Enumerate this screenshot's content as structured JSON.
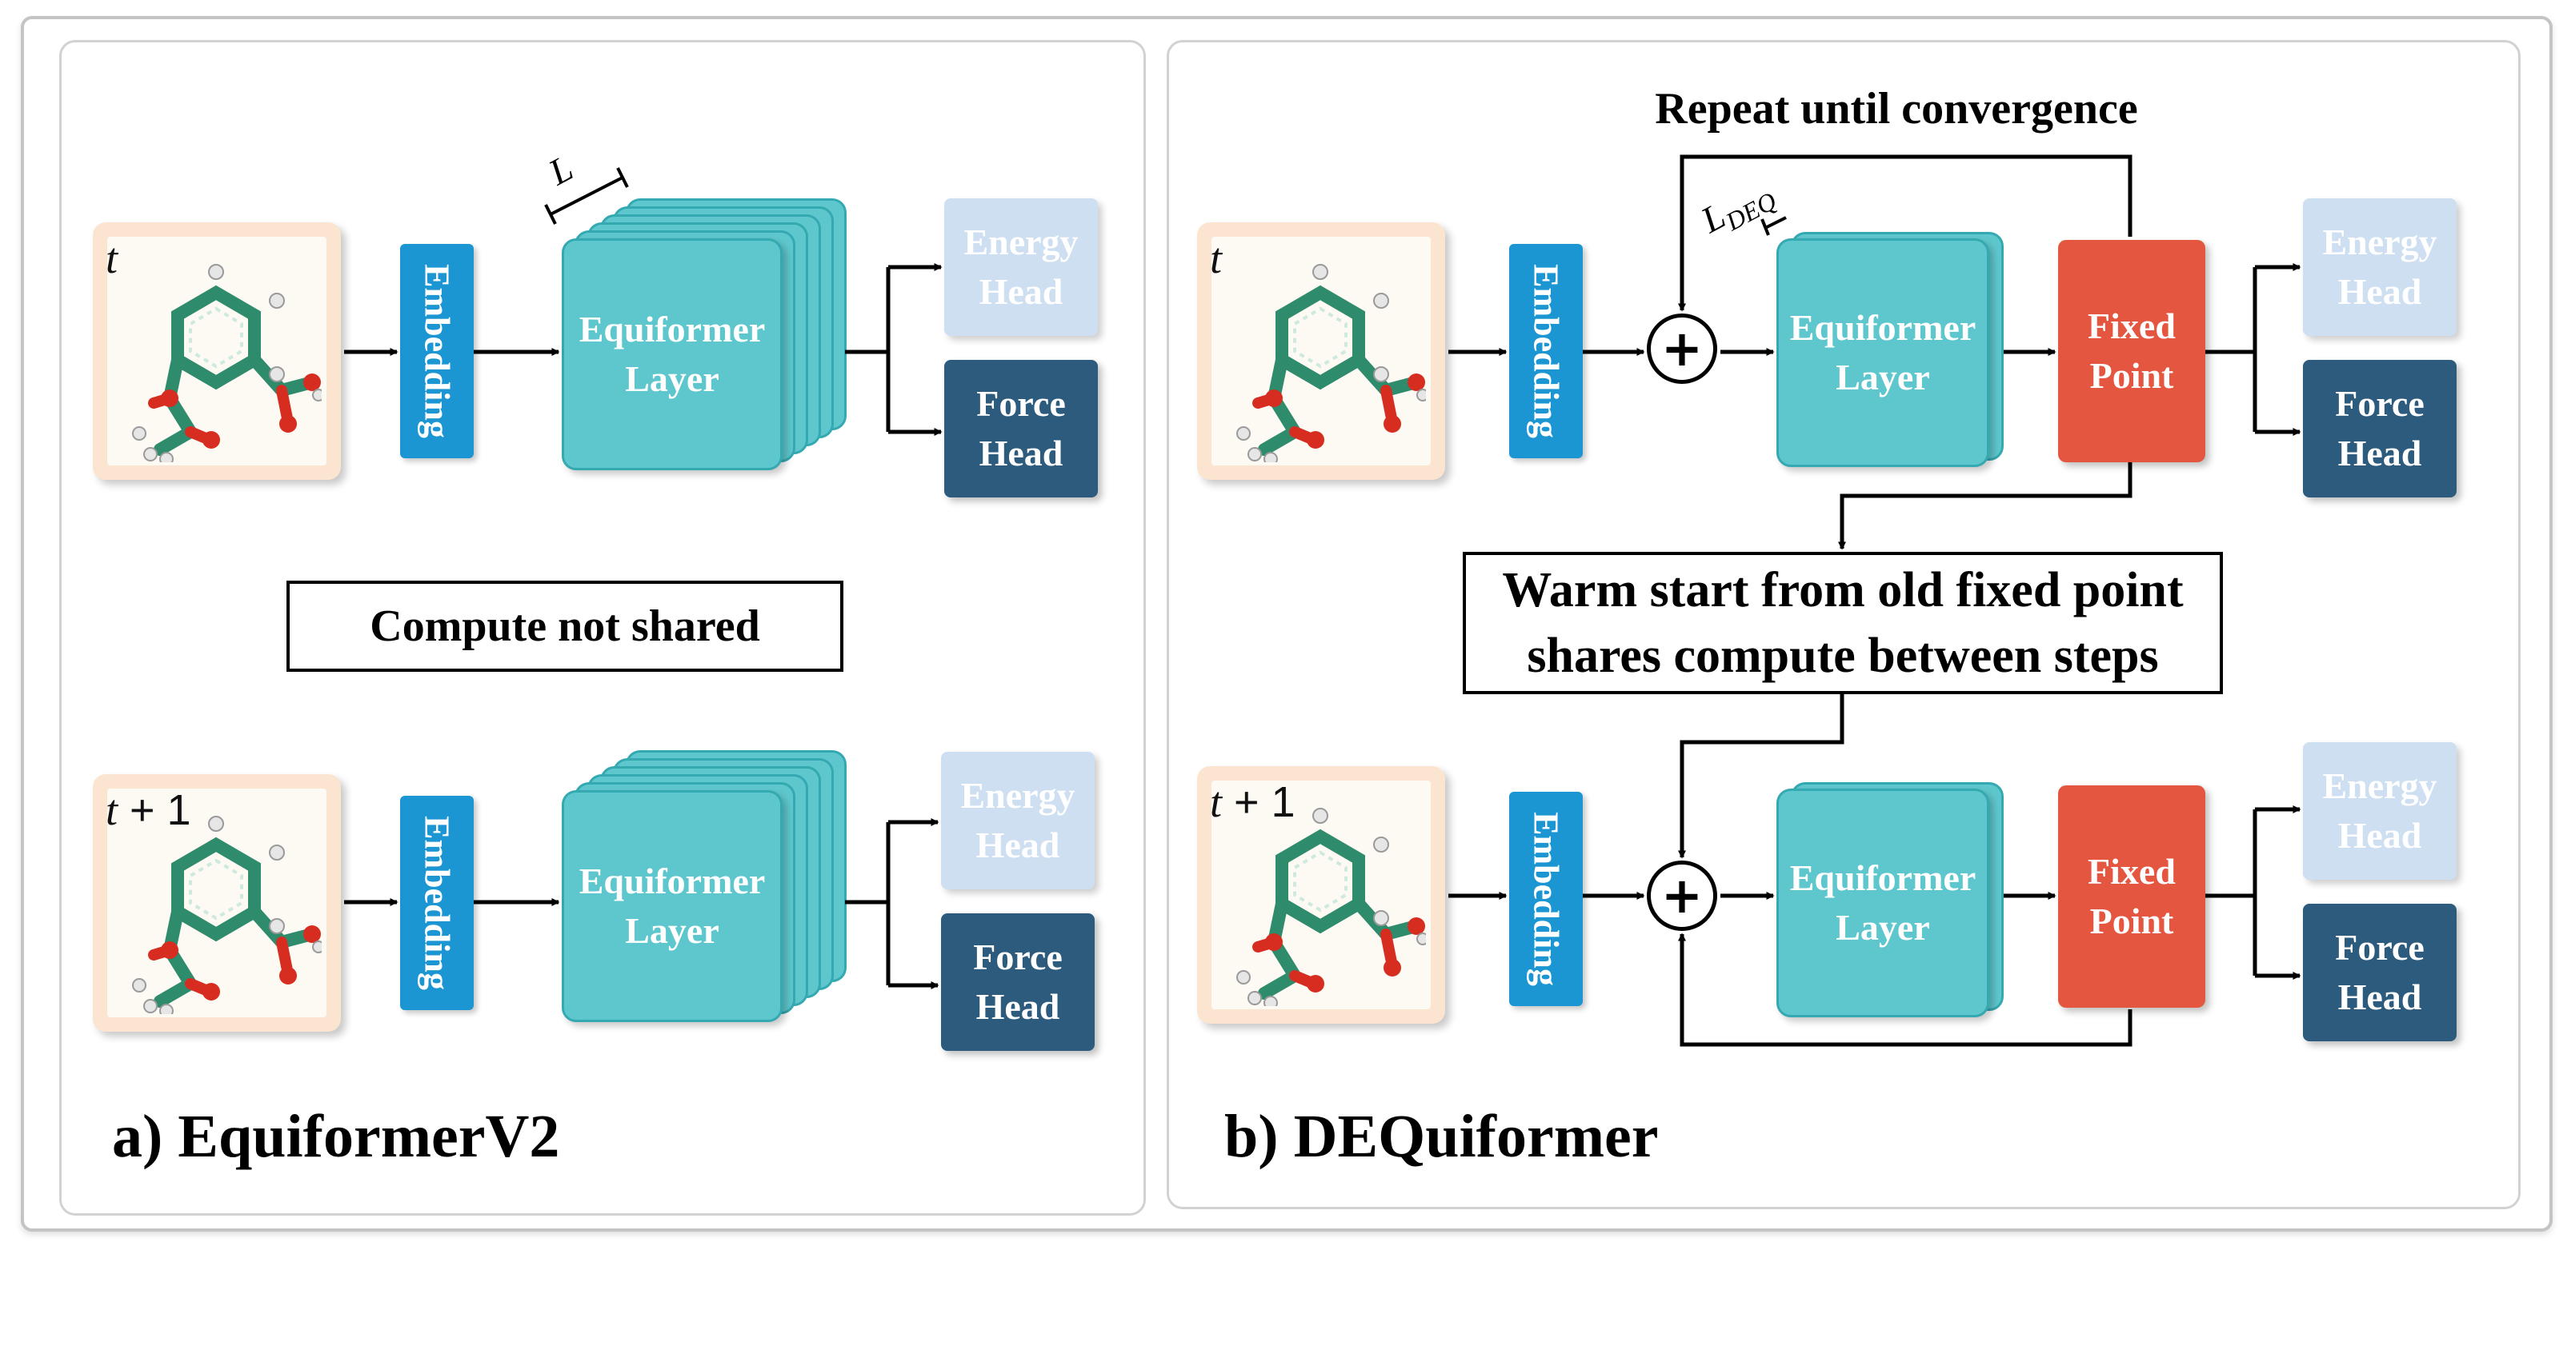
{
  "panel_a": {
    "title": "a) EquiformerV2",
    "note": "Compute not shared",
    "layer_count_label": "L",
    "rows": [
      {
        "time_label_var": "t",
        "time_label_suffix": "",
        "embedding": "Embedding",
        "layer_line1": "Equiformer",
        "layer_line2": "Layer",
        "energy_line1": "Energy",
        "energy_line2": "Head",
        "force_line1": "Force",
        "force_line2": "Head"
      },
      {
        "time_label_var": "t",
        "time_label_suffix": " + 1",
        "embedding": "Embedding",
        "layer_line1": "Equiformer",
        "layer_line2": "Layer",
        "energy_line1": "Energy",
        "energy_line2": "Head",
        "force_line1": "Force",
        "force_line2": "Head"
      }
    ]
  },
  "panel_b": {
    "title": "b) DEQuiformer",
    "repeat_label": "Repeat until convergence",
    "deq_label_main": "L",
    "deq_label_sub": "DEQ",
    "note_line1": "Warm start from old fixed point",
    "note_line2": "shares compute between steps",
    "plus_symbol": "+",
    "rows": [
      {
        "time_label_var": "t",
        "time_label_suffix": "",
        "embedding": "Embedding",
        "layer_line1": "Equiformer",
        "layer_line2": "Layer",
        "fixed_line1": "Fixed",
        "fixed_line2": "Point",
        "energy_line1": "Energy",
        "energy_line2": "Head",
        "force_line1": "Force",
        "force_line2": "Head"
      },
      {
        "time_label_var": "t",
        "time_label_suffix": " + 1",
        "embedding": "Embedding",
        "layer_line1": "Equiformer",
        "layer_line2": "Layer",
        "fixed_line1": "Fixed",
        "fixed_line2": "Point",
        "energy_line1": "Energy",
        "energy_line2": "Head",
        "force_line1": "Force",
        "force_line2": "Head"
      }
    ]
  },
  "colors": {
    "embedding": "#1b96d3",
    "equiformer_layer": "#5ec7cd",
    "fixed_point": "#e4563f",
    "energy_head": "#cfdff2",
    "force_head": "#2d5b7d",
    "molecule_card": "#fbe5d0",
    "molecule_bond": "#2e8b6c"
  },
  "icons": {
    "molecule": "molecule-structure-icon",
    "plus": "plus-circle-icon"
  }
}
